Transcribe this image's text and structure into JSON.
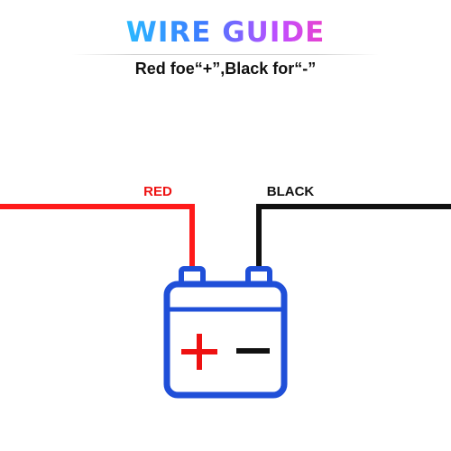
{
  "header": {
    "title": "WIRE GUIDE",
    "subtitle": "Red foe“+”,Black for“-”"
  },
  "wires": {
    "red_label": "RED",
    "black_label": "BLACK"
  },
  "colors": {
    "red_wire": "#ff1a1a",
    "black_wire": "#111111",
    "battery_outline": "#1f4fd8",
    "plus_sign": "#ee1111",
    "minus_sign": "#111111",
    "red_label": "#ee1111",
    "black_label": "#111111"
  },
  "battery": {
    "plus_symbol": "plus-icon",
    "minus_symbol": "minus-icon"
  }
}
